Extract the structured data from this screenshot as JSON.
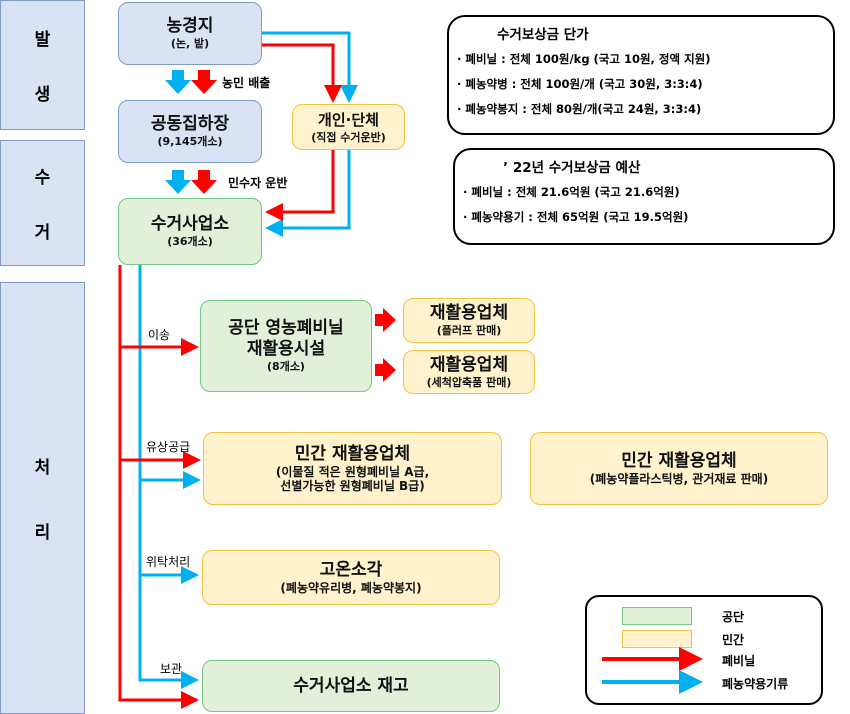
{
  "stages": [
    "발",
    "생",
    "수",
    "거",
    "처",
    "리"
  ],
  "nodes": {
    "farm": {
      "title": "농경지",
      "sub": "(논, 밭)"
    },
    "collect_point": {
      "title": "공동집하장",
      "sub": "(9,145개소)"
    },
    "individual": {
      "title": "개인·단체",
      "sub": "(직접 수거운반)"
    },
    "center": {
      "title": "수거사업소",
      "sub": "(36개소)"
    },
    "facility": {
      "title1": "공단 영농폐비닐",
      "title2": "재활용시설",
      "sub": "(8개소)"
    },
    "recycler1": {
      "title": "재활용업체",
      "sub": "(플러프 판매)"
    },
    "recycler2": {
      "title": "재활용업체",
      "sub": "(세척압축품 판매)"
    },
    "private1": {
      "title": "민간 재활용업체",
      "sub1": "(이물질 적은 원형폐비닐 A급,",
      "sub2": "선별가능한 원형폐비닐 B급)"
    },
    "private2": {
      "title": "민간 재활용업체",
      "sub": "(폐농약플라스틱병, 관거재료 판매)"
    },
    "incinerate": {
      "title": "고온소각",
      "sub": "(폐농약유리병, 폐농약봉지)"
    },
    "stock": {
      "title": "수거사업소 재고"
    }
  },
  "edge_labels": {
    "farmer": "농민 배출",
    "contractor": "민수자 운반",
    "transfer": "이송",
    "paid": "유상공급",
    "consign": "위탁처리",
    "storage": "보관"
  },
  "price": {
    "title": "수거보상금 단가",
    "items": [
      "· 폐비닐 : 전체 100원/kg (국고 10원, 정액 지원)",
      "· 폐농약병 : 전체 100원/개 (국고 30원, 3:3:4)",
      "· 폐농약봉지 : 전체 80원/개(국고 24원, 3:3:4)"
    ]
  },
  "budget": {
    "title": "’ 22년 수거보상금 예산",
    "items": [
      "· 폐비닐 : 전체 21.6억원 (국고 21.6억원)",
      "· 폐농약용기 : 전체 65억원 (국고 19.5억원)"
    ]
  },
  "legend": {
    "items": [
      "공단",
      "민간",
      "폐비닐",
      "폐농약용기류"
    ]
  },
  "colors": {
    "red": "#ff0000",
    "blue": "#00b0f0"
  }
}
